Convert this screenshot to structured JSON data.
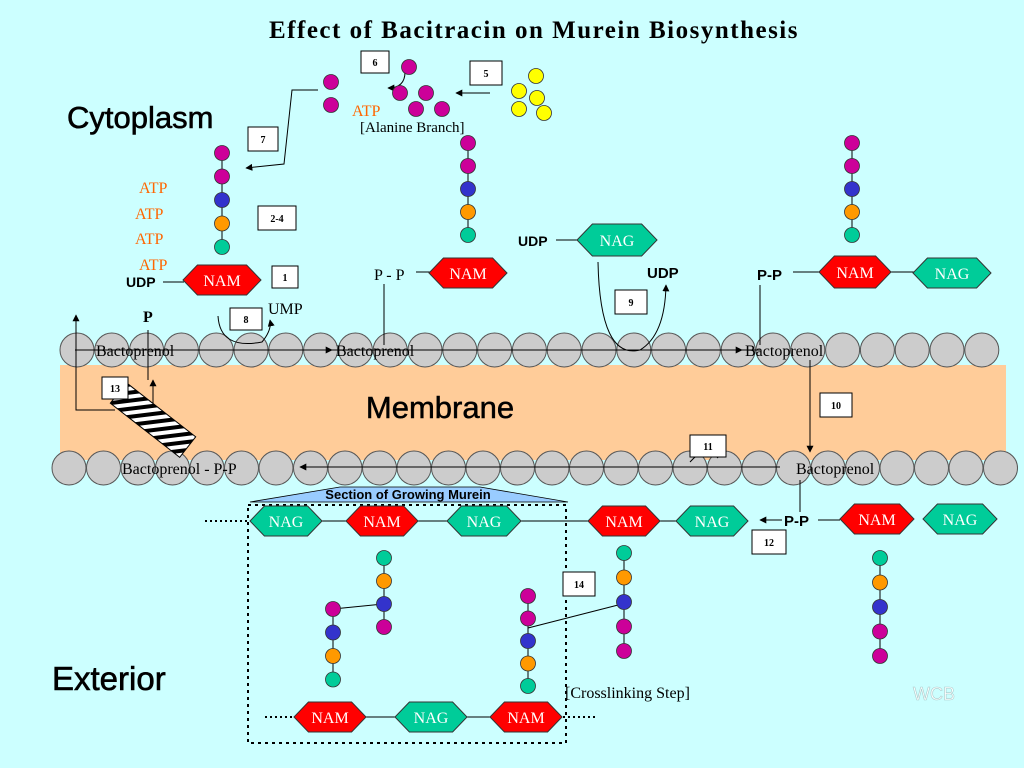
{
  "title": "Effect of Bacitracin on  Murein Biosynthesis",
  "regions": {
    "cytoplasm": "Cytoplasm",
    "membrane": "Membrane",
    "exterior": "Exterior"
  },
  "labels": {
    "atp": "ATP",
    "udp": "UDP",
    "ump": "UMP",
    "p": "P",
    "p_dash_p": "P - P",
    "pp": "P-P",
    "alanine_branch": "[Alanine Branch]",
    "bactoprenol": "Bactoprenol",
    "bactoprenol_pp": "Bactoprenol - P-P",
    "nam": "NAM",
    "nag": "NAG",
    "section_growing_murein": "Section of Growing Murein",
    "crosslinking": "[Crosslinking Step]",
    "signature": "WCB"
  },
  "steps": [
    "1",
    "2-4",
    "5",
    "6",
    "7",
    "8",
    "9",
    "10",
    "11",
    "12",
    "13",
    "14"
  ],
  "colors": {
    "background": "#ccffff",
    "membrane": "#ffcc99",
    "lipid_head": "#cccccc",
    "nam": "#ff0000",
    "nag": "#00cc99",
    "bead_magenta": "#cc0099",
    "bead_blue": "#3333cc",
    "bead_orange": "#ff9900",
    "bead_green": "#00cc99",
    "bead_yellow": "#ffff00",
    "atp_text": "#ff6600",
    "banner": "#99ccff"
  }
}
